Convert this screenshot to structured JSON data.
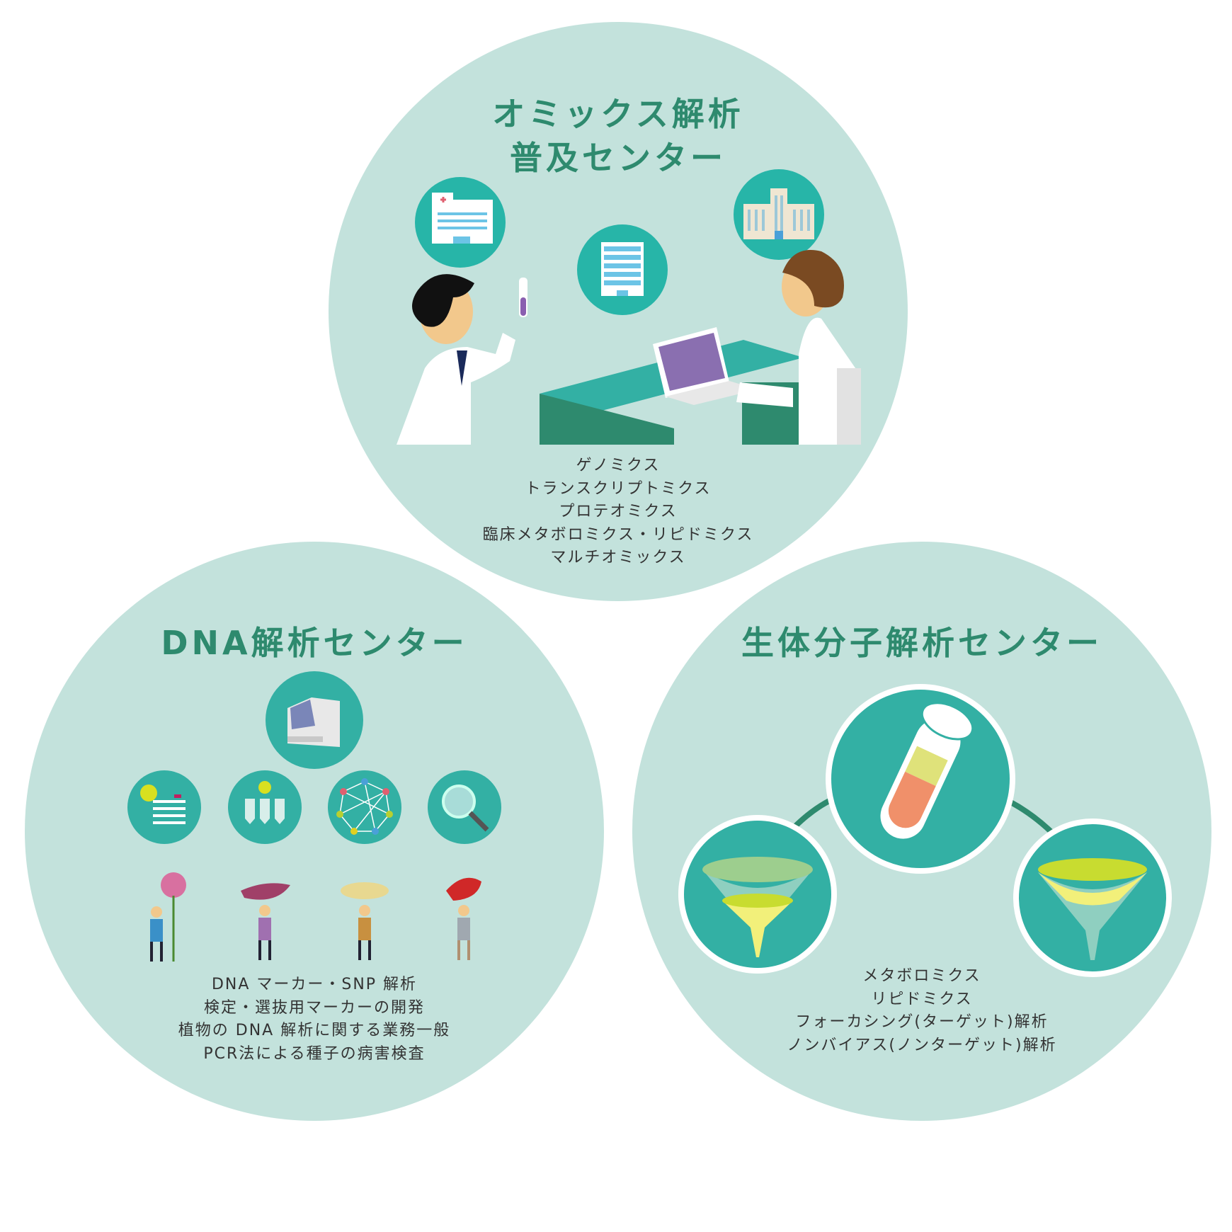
{
  "omics": {
    "title_line1": "オミックス解析",
    "title_line2": "普及センター",
    "items": [
      "ゲノミクス",
      "トランスクリプトミクス",
      "プロテオミクス",
      "臨床メタボロミクス・リピドミクス",
      "マルチオミックス"
    ]
  },
  "dna": {
    "title": "DNA解析センター",
    "items": [
      "DNA マーカー・SNP 解析",
      "検定・選抜用マーカーの開発",
      "植物の DNA 解析に関する業務一般",
      "PCR法による種子の病害検査"
    ]
  },
  "biomolecule": {
    "title": "生体分子解析センター",
    "items": [
      "メタボロミクス",
      "リピドミクス",
      "フォーカシング(ターゲット)解析",
      "ノンバイアス(ノンターゲット)解析"
    ]
  },
  "colors": {
    "circle_bg": "#c3e2dc",
    "teal": "#33b0a4",
    "dark_green": "#2e8a6e",
    "text": "#333333"
  }
}
